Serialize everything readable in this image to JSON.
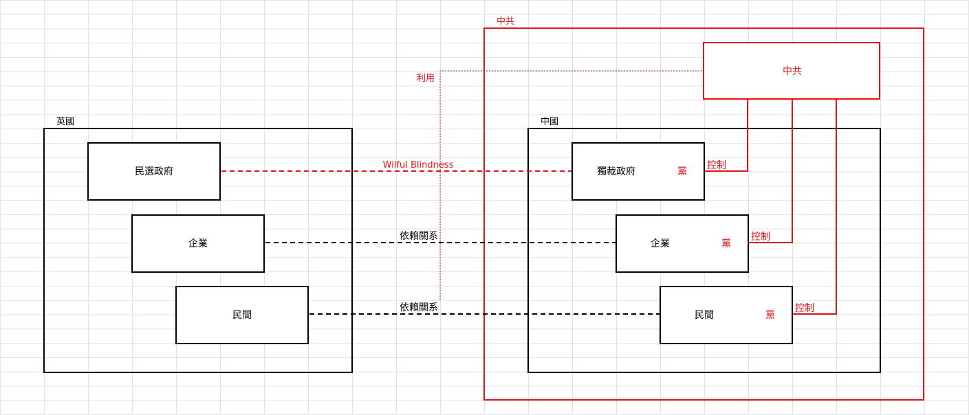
{
  "colors": {
    "red": "#e0151a",
    "black": "#000000",
    "grid": "#e3e3e3"
  },
  "containers": {
    "uk": {
      "label": "英國"
    },
    "china": {
      "label": "中國"
    },
    "ccp": {
      "label": "中共"
    }
  },
  "uk_boxes": {
    "government": "民選政府",
    "enterprise": "企業",
    "civil": "民間"
  },
  "china_boxes": {
    "government": "獨裁政府",
    "enterprise": "企業",
    "civil": "民間",
    "party_mark": "黨"
  },
  "ccp_box": {
    "label": "中共"
  },
  "connections": {
    "wilful_blindness": "Wilful Blindness",
    "dependency": "依賴關系",
    "exploit": "利用",
    "control": "控制"
  }
}
